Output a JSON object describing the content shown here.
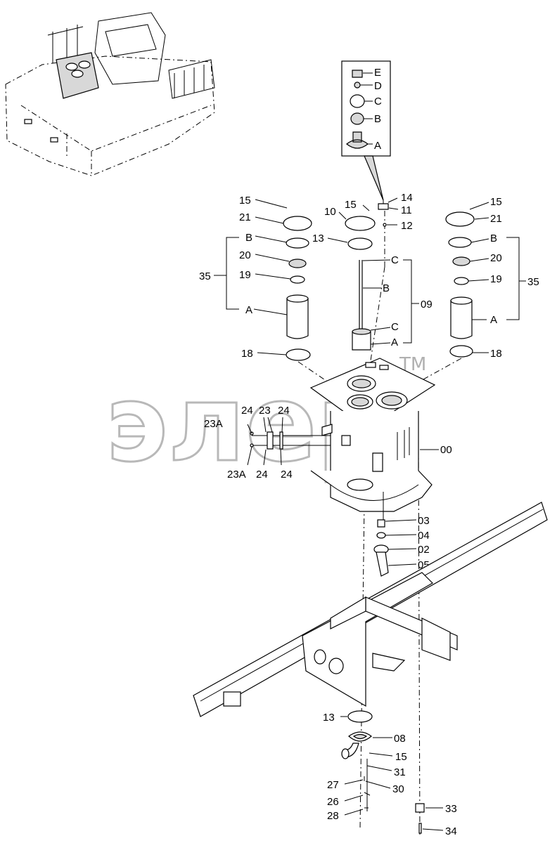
{
  "watermark": {
    "text": "элер",
    "trademark": "TM"
  },
  "inset": {
    "labels": [
      "E",
      "D",
      "C",
      "B",
      "A"
    ]
  },
  "callouts": {
    "c14": "14",
    "c11": "11",
    "c12": "12",
    "c15_top": "15",
    "c10": "10",
    "c13_top": "13",
    "l15": "15",
    "l21": "21",
    "lB": "B",
    "l20": "20",
    "l19": "19",
    "l35": "35",
    "lA": "A",
    "l18": "18",
    "r15": "15",
    "r21": "21",
    "rB": "B",
    "r20": "20",
    "r19": "19",
    "r35": "35",
    "rA": "A",
    "r18": "18",
    "mC1": "C",
    "mB": "B",
    "m09": "09",
    "mC2": "C",
    "mA": "A",
    "c00": "00",
    "c24a": "24",
    "c23": "23",
    "c24b": "24",
    "c23A_top": "23A",
    "c23A_bot": "23A",
    "c24c": "24",
    "c24d": "24",
    "c03": "03",
    "c04": "04",
    "c02": "02",
    "c05": "05",
    "c13_bot": "13",
    "c08": "08",
    "c15_bot": "15",
    "c31": "31",
    "c27": "27",
    "c30": "30",
    "c26": "26",
    "c28": "28",
    "c33": "33",
    "c34": "34"
  }
}
